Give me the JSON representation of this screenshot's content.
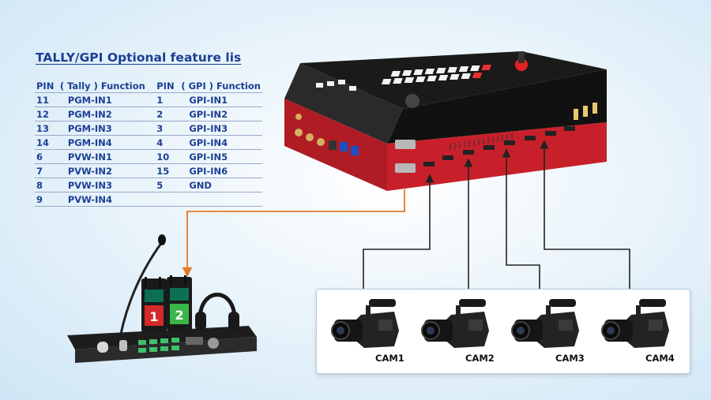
{
  "title": "TALLY/GPI Optional feature lis",
  "table": {
    "headers": [
      "PIN",
      "( Tally ) Function",
      "PIN",
      "( GPI ) Function"
    ],
    "rows": [
      [
        "11",
        "PGM-IN1",
        "1",
        "GPI-IN1"
      ],
      [
        "12",
        "PGM-IN2",
        "2",
        "GPI-IN2"
      ],
      [
        "13",
        "PGM-IN3",
        "3",
        "GPI-IN3"
      ],
      [
        "14",
        "PGM-IN4",
        "4",
        "GPI-IN4"
      ],
      [
        "6",
        "PVW-IN1",
        "10",
        "GPI-IN5"
      ],
      [
        "7",
        "PVW-IN2",
        "15",
        "GPI-IN6"
      ],
      [
        "8",
        "PVW-IN3",
        "5",
        "GND"
      ],
      [
        "9",
        "PVW-IN4",
        "",
        ""
      ]
    ]
  },
  "intercom": {
    "beltpack_1": "1",
    "beltpack_2": "2"
  },
  "cameras": [
    "CAM1",
    "CAM2",
    "CAM3",
    "CAM4"
  ],
  "colors": {
    "title_text": "#1c3f94",
    "switcher_body": "#c8202a",
    "tally_line": "#e07a2a",
    "video_line": "#222222"
  },
  "icons": [
    "video-switcher-icon",
    "intercom-base-icon",
    "beltpack-icon",
    "headset-icon",
    "gooseneck-mic-icon",
    "camcorder-icon"
  ]
}
